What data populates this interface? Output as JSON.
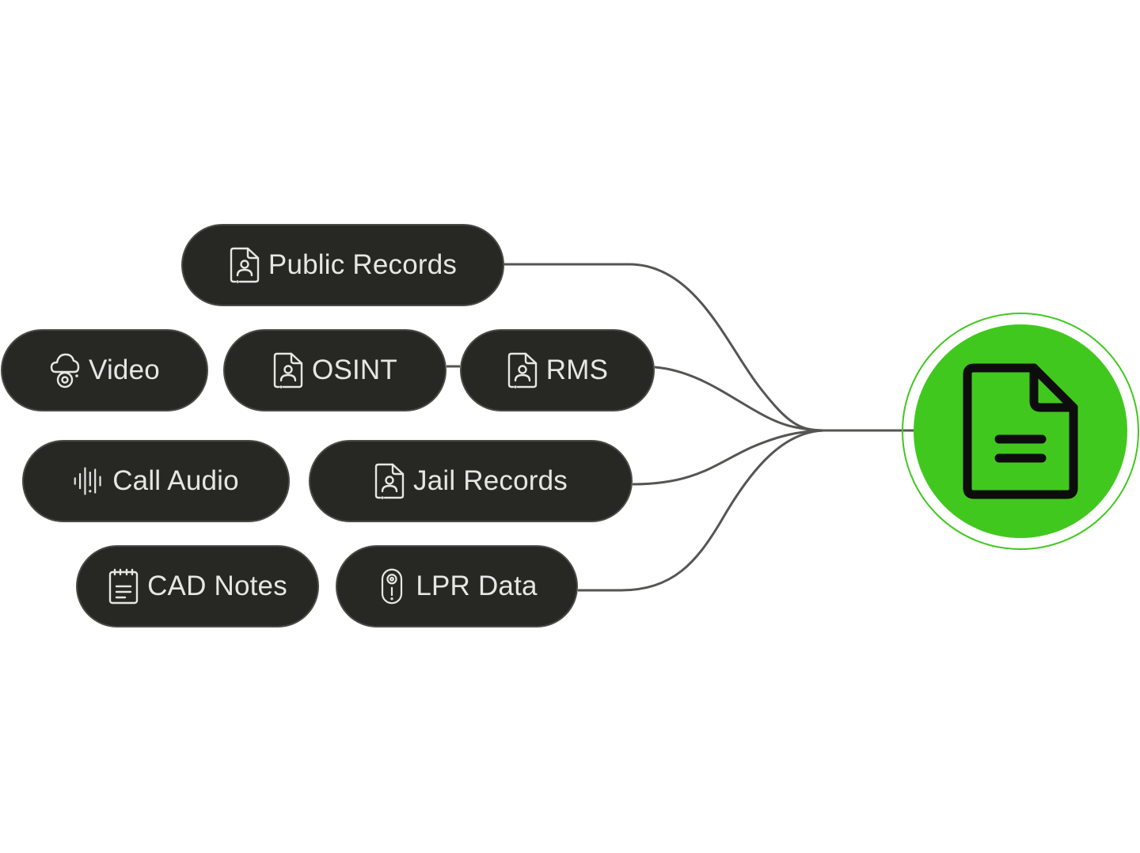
{
  "diagram": {
    "colors": {
      "pill_background": "#272824",
      "pill_border": "#4a4a45",
      "pill_text": "#e6e6e3",
      "connector": "#555553",
      "hub_fill": "#41c81e",
      "hub_ring": "#41c81e",
      "hub_icon": "#0d0d0d"
    },
    "sources": [
      {
        "id": "public-records",
        "label": "Public Records",
        "icon": "person-document-icon"
      },
      {
        "id": "video",
        "label": "Video",
        "icon": "security-camera-icon"
      },
      {
        "id": "osint",
        "label": "OSINT",
        "icon": "person-document-icon"
      },
      {
        "id": "rms",
        "label": "RMS",
        "icon": "person-document-icon"
      },
      {
        "id": "call-audio",
        "label": "Call Audio",
        "icon": "audio-waveform-icon"
      },
      {
        "id": "jail-records",
        "label": "Jail Records",
        "icon": "person-document-icon"
      },
      {
        "id": "cad-notes",
        "label": "CAD Notes",
        "icon": "notepad-icon"
      },
      {
        "id": "lpr-data",
        "label": "LPR Data",
        "icon": "lpr-scanner-icon"
      }
    ],
    "hub": {
      "icon": "document-icon"
    }
  }
}
